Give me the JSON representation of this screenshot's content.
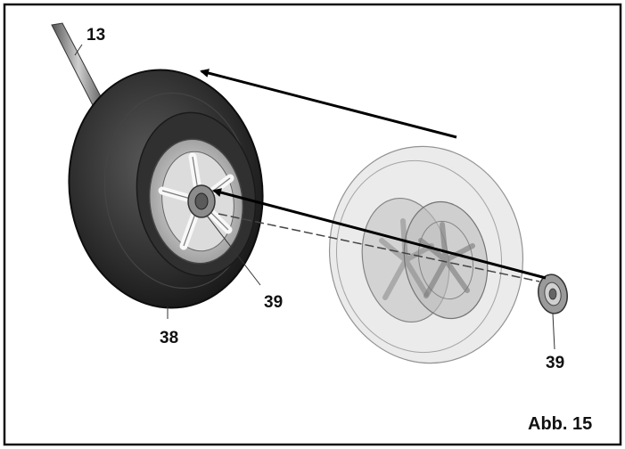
{
  "figure": {
    "caption": "Abb. 15",
    "callouts": {
      "axle": "13",
      "hub_cap_left": "39",
      "tire": "38",
      "hub_cap_right": "39"
    }
  },
  "colors": {
    "frame": "#111111",
    "tire": "#2a2a2a",
    "ghost_wheel": "#c8c8c8",
    "arrow": "#000000"
  }
}
